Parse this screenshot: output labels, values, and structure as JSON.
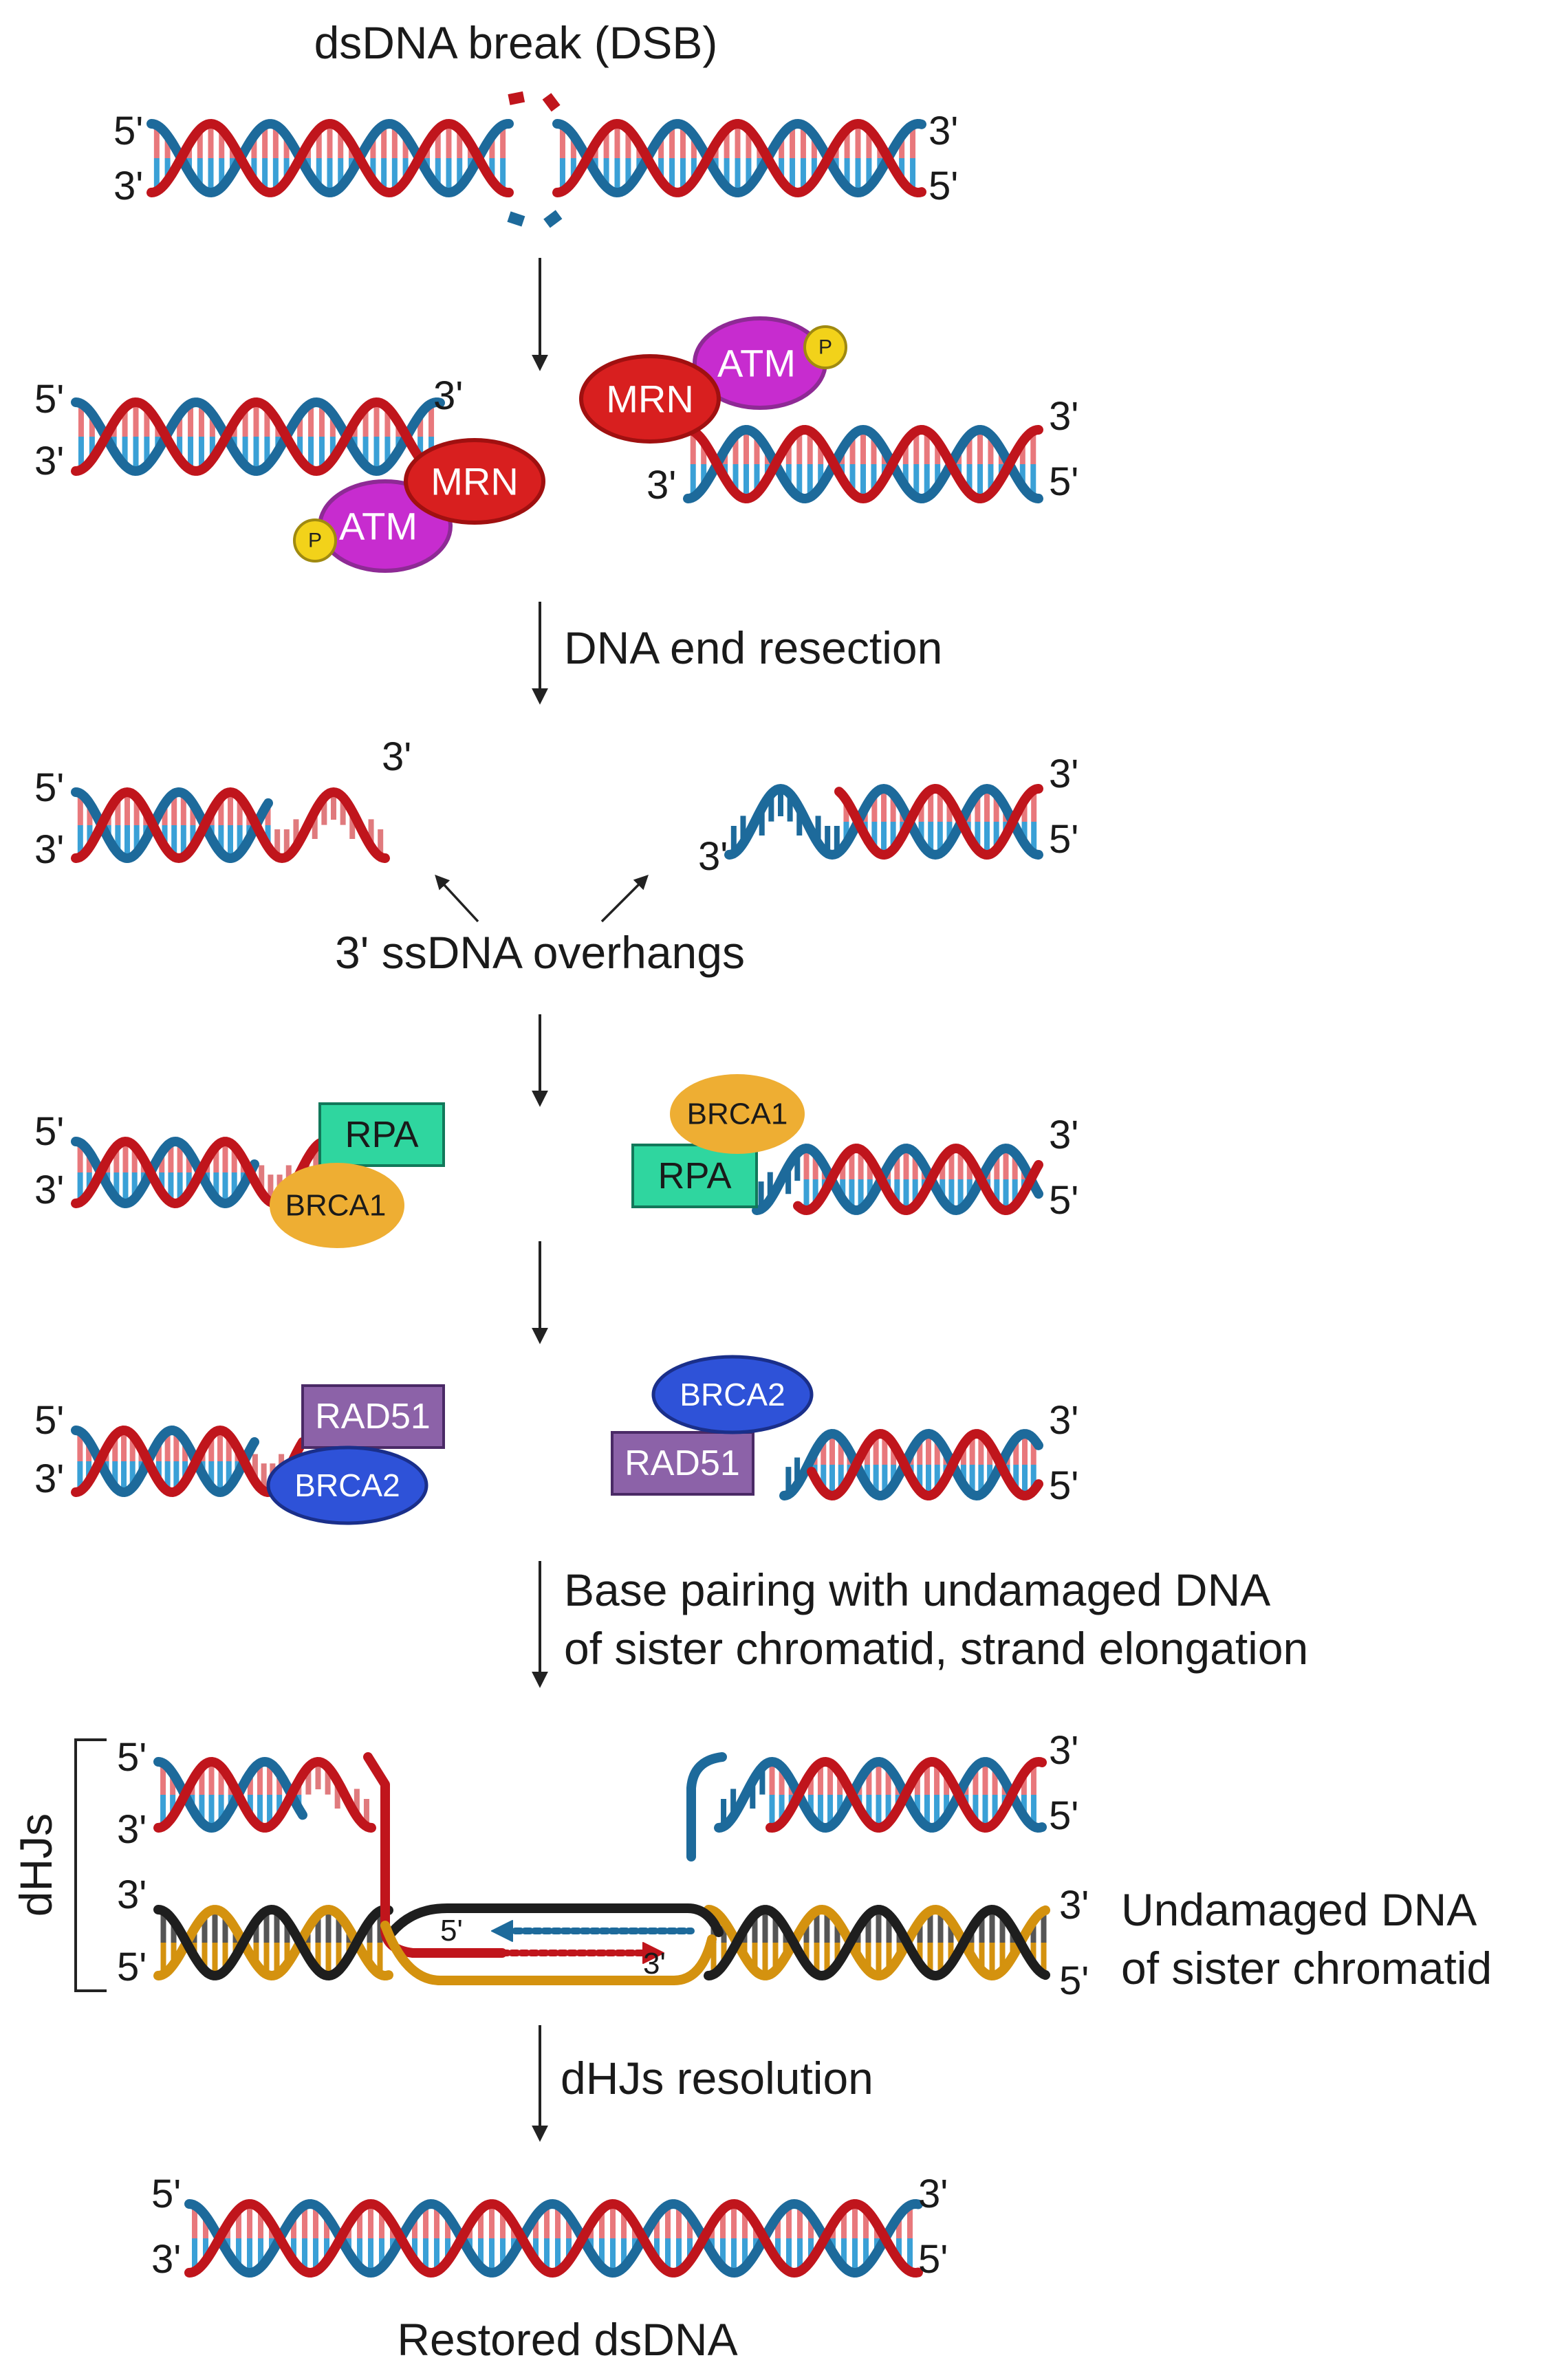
{
  "title": "dsDNA break (DSB)",
  "colors": {
    "strand_red": "#c0151c",
    "strand_blue": "#1d6a9b",
    "strand_black": "#1e1e1e",
    "strand_orange": "#d4920f",
    "mrn": "#d81f1f",
    "atm": "#c72ccf",
    "phospho": "#f2d21a",
    "rpa": "#2fd69f",
    "brca1": "#eeae33",
    "rad51": "#8c62a8",
    "brca2": "#2e52d8"
  },
  "ends": {
    "five": "5'",
    "three": "3'"
  },
  "proteins": {
    "mrn": "MRN",
    "atm": "ATM",
    "phospho": "P",
    "rpa": "RPA",
    "brca1": "BRCA1",
    "rad51": "RAD51",
    "brca2": "BRCA2"
  },
  "steps": {
    "resection": "DNA end resection",
    "overhangs": "3' ssDNA overhangs",
    "base_pairing_line1": "Base pairing with undamaged DNA",
    "base_pairing_line2": "of sister chromatid, strand elongation",
    "dhj_label": "dHJs",
    "sister_line1": "Undamaged DNA",
    "sister_line2": "of sister chromatid",
    "resolution": "dHJs resolution",
    "restored": "Restored dsDNA"
  }
}
